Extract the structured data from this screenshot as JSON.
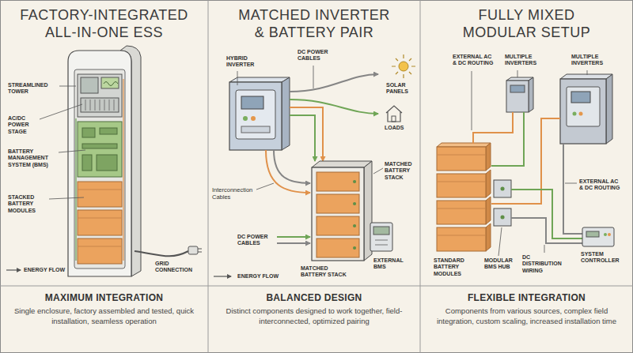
{
  "diagram": {
    "nodes": [
      {
        "text": [
          "FACTORY-INTEGRATED ALL-IN-ONE ESS"
        ]
      },
      {
        "text": [
          "MAXIMUM INTEGRATION",
          "Single enclosure, factory assembled and tested, quick installation, seamless operation"
        ],
        "in": 0
      },
      {
        "text": [
          "MATCHED INVERTER & BATTERY PAIR"
        ]
      },
      {
        "text": [
          "BALANCED DESIGN",
          "Distinct components designed to work together, field-interconnected, optimized pairing"
        ],
        "in": 2
      },
      {
        "text": [
          "FULLY MIXED MODULAR SETUP"
        ]
      },
      {
        "text": [
          "FLEXIBLE INTEGRATION",
          "Components from various sources, complex field integration, custom scaling, increased installation time"
        ],
        "in": 4
      }
    ],
    "labels": [
      "STREAMLINED TOWER",
      "AC/DC POWER STAGE",
      "BATTERY MANAGEMENT SYSTEM (BMS)",
      "STACKED BATTERY MODULES",
      "ENERGY FLOW",
      "GRID CONNECTION",
      "HYBRID INVERTER",
      "DC POWER CABLES",
      "SOLAR PANELS",
      "LOADS",
      "Interconnection Cables",
      "MATCHED BATTERY STACK",
      "DC POWER CABLES",
      "MATCHED BATTERY STACK",
      "EXTERNAL BMS",
      "ENERGY FLOW",
      "EXTERNAL AC & DC ROUTING",
      "MULTIPLE INVERTERS",
      "MULTIPLE INVERTERS",
      "EXTERNAL AC & DC ROUTING",
      "STANDARD BATTERY MODULES",
      "MODULAR BMS HUB",
      "DC DISTRIBUTION WIRING",
      "SYSTEM CONTROLLER"
    ]
  }
}
